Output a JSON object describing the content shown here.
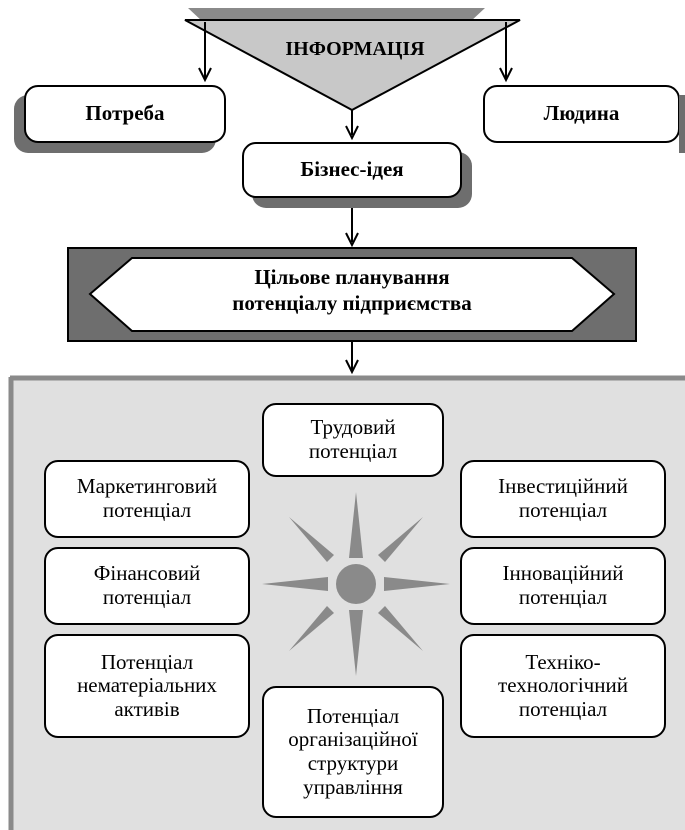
{
  "top": {
    "info_label": "ІНФОРМАЦІЯ"
  },
  "sources": {
    "need": "Потреба",
    "person": "Людина"
  },
  "idea": {
    "label": "Бізнес-ідея"
  },
  "planning": {
    "line1": "Цільове планування",
    "line2": "потенціалу підприємства"
  },
  "potentials": {
    "labor": "Трудовий\nпотенціал",
    "marketing": "Маркетинговий\nпотенціал",
    "investment": "Інвестиційний\nпотенціал",
    "financial": "Фінансовий\nпотенціал",
    "innovation": "Інноваційний\nпотенціал",
    "intangible": "Потенціал\nнематеріальних\nактивів",
    "technical": "Техніко-\nтехнологічний\nпотенціал",
    "org_structure": "Потенціал\nорганізаційної\nструктури\nуправління"
  },
  "colors": {
    "dark_gray": "#6e6e6e",
    "mid_gray": "#8a8a8a",
    "light_gray": "#c8c8c8",
    "panel_bg": "#e0e0e0"
  }
}
